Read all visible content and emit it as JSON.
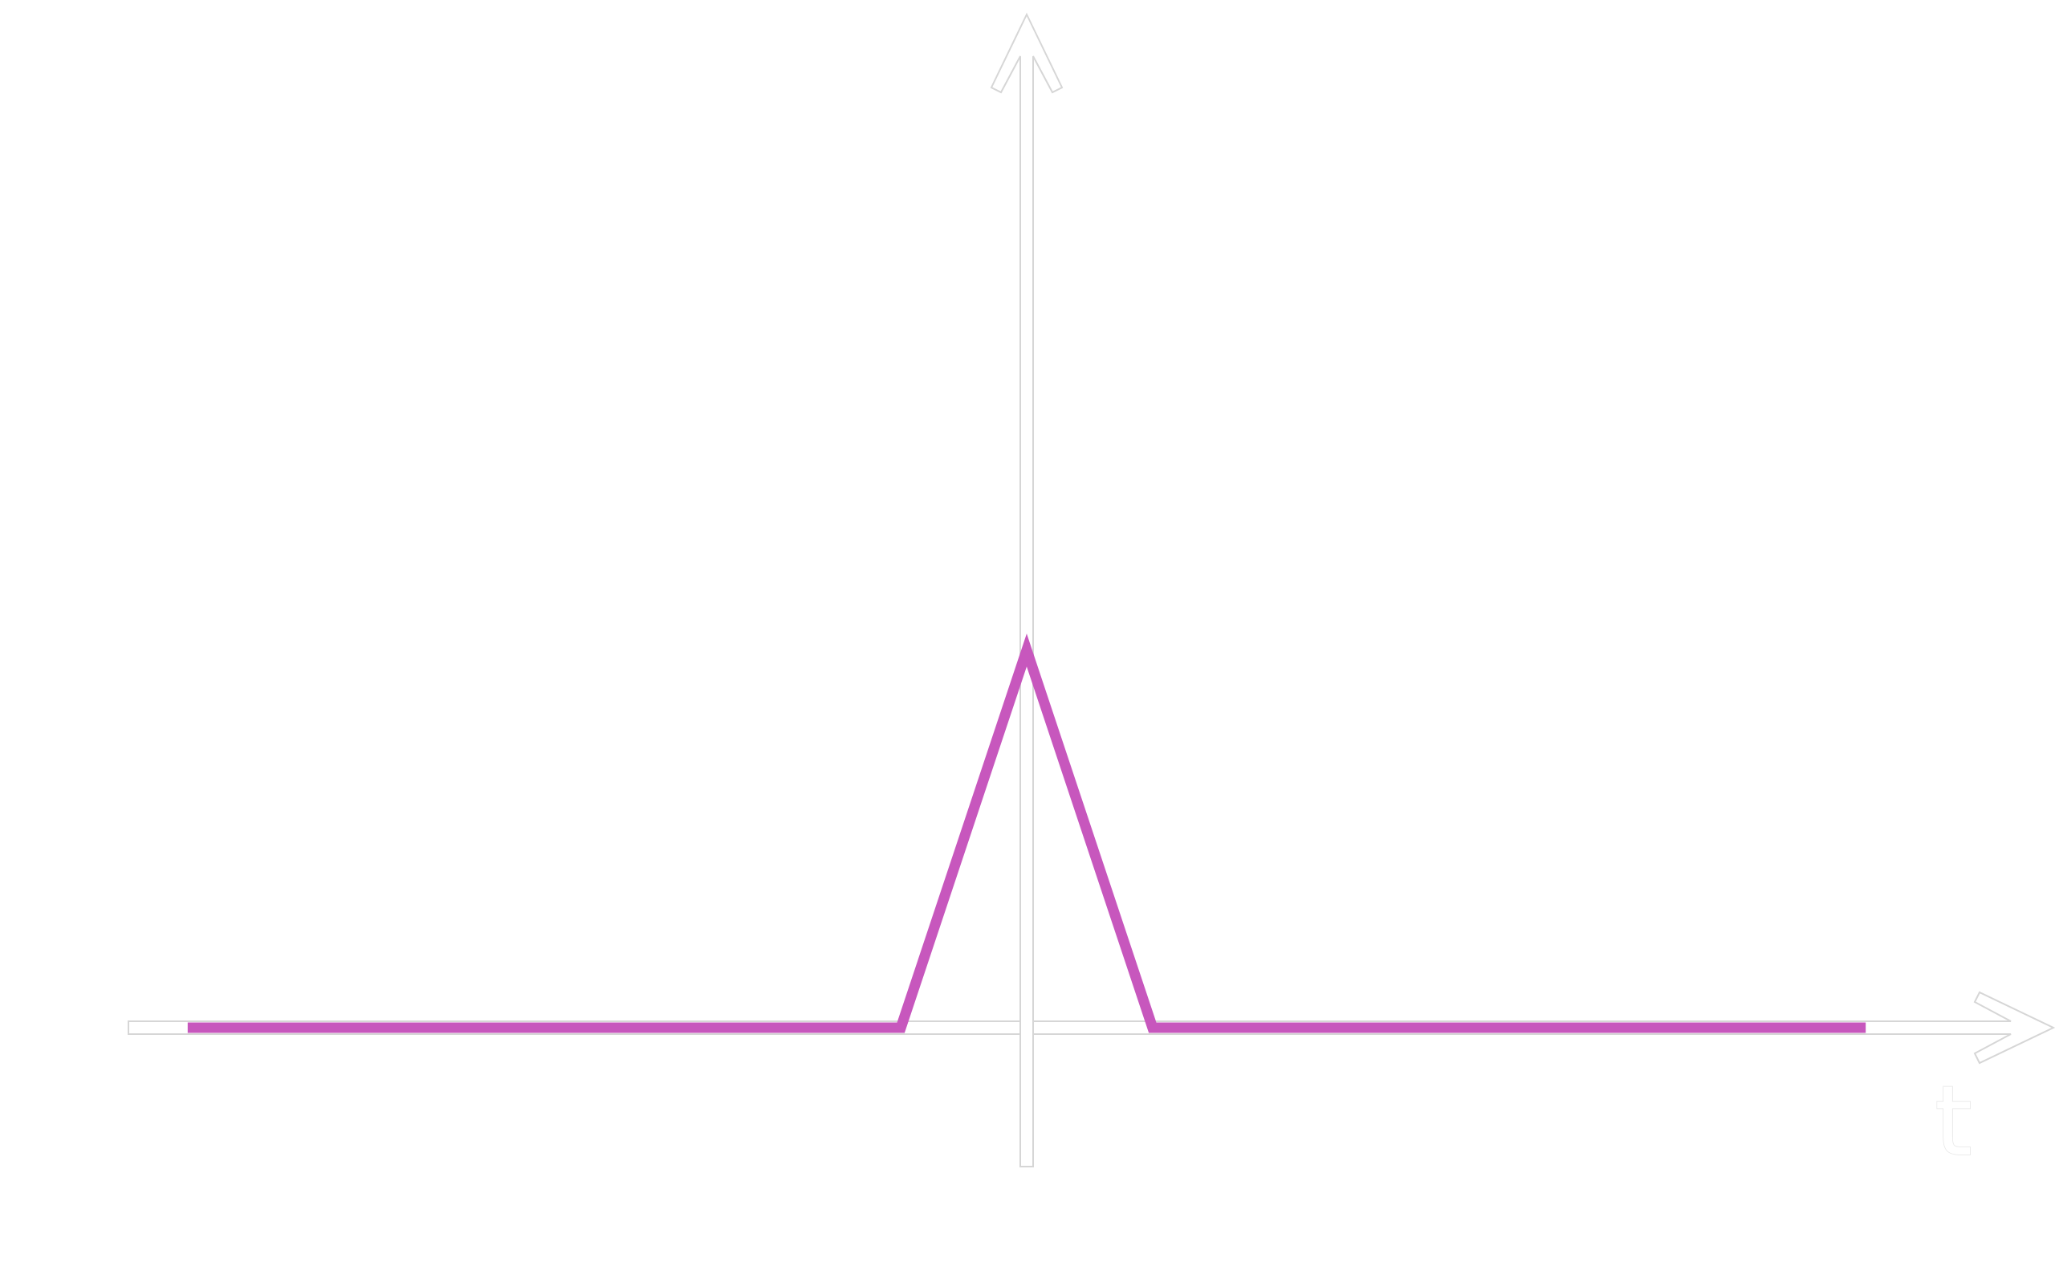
{
  "chart_data": {
    "type": "line",
    "title": "",
    "xlabel": "t",
    "ylabel": "",
    "xlim": [
      -7,
      7
    ],
    "ylim": [
      -1.2,
      7.6
    ],
    "grid": false,
    "legend": "none",
    "series": [
      {
        "x": [
          -6.0,
          -0.9,
          0.0,
          0.9,
          6.0
        ],
        "values": [
          0,
          0,
          2.7,
          0,
          0
        ],
        "color": "#c757bd"
      }
    ]
  }
}
